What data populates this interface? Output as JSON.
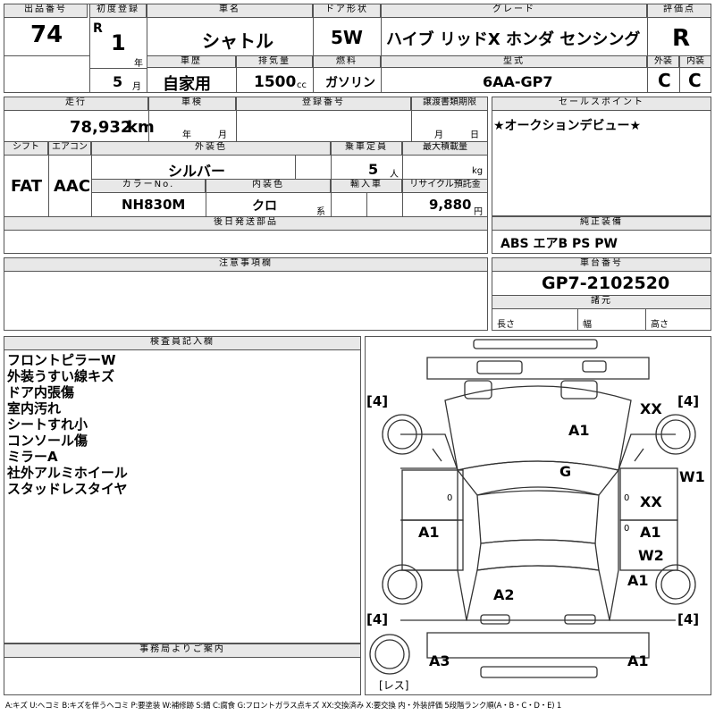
{
  "row1": {
    "lot_header": "出品番号",
    "lot_no": "74",
    "first_reg_header": "初度登録",
    "era": "R",
    "year": "1",
    "year_unit": "年",
    "month": "5",
    "month_unit": "月",
    "name_header": "車名",
    "car_name": "シャトル",
    "door_header": "ドア形状",
    "door": "5W",
    "grade_header": "グレード",
    "grade": "ハイブ リッドX ホンダ センシング",
    "score_header": "評価点",
    "score": "R"
  },
  "row2": {
    "history_header": "車歴",
    "history": "自家用",
    "disp_header": "排気量",
    "displacement": "1500",
    "disp_unit": "cc",
    "fuel_header": "燃料",
    "fuel": "ガソリン",
    "model_header": "型式",
    "model": "6AA-GP7",
    "ext_header": "外装",
    "ext_grade": "C",
    "int_header": "内装",
    "int_grade": "C"
  },
  "mileage": {
    "header": "走行",
    "value": "78,932",
    "unit": "km"
  },
  "inspection": {
    "header": "車検",
    "year_unit": "年",
    "month_unit": "月"
  },
  "reg_no": {
    "header": "登録番号"
  },
  "transfer": {
    "header": "譲渡書類期限",
    "month_unit": "月",
    "day_unit": "日"
  },
  "sales_point": {
    "header": "セールスポイント",
    "text": "★オークションデビュー★"
  },
  "shift": {
    "header": "シフト",
    "value": "FAT"
  },
  "aircon": {
    "header": "エアコン",
    "value": "AAC"
  },
  "ext_color": {
    "header": "外装色",
    "value": "シルバー"
  },
  "capacity": {
    "header": "乗車定員",
    "value": "5",
    "unit": "人"
  },
  "load": {
    "header": "最大積載量",
    "unit": "kg"
  },
  "color_no": {
    "header": "カラーNo.",
    "value": "NH830M"
  },
  "int_color": {
    "header": "内装色",
    "value": "クロ",
    "unit": "系"
  },
  "import": {
    "header": "輸入車"
  },
  "recycle": {
    "header": "リサイクル預託金",
    "value": "9,880",
    "unit": "円"
  },
  "later_parts": {
    "header": "後日発送部品"
  },
  "equipment": {
    "header": "純正装備",
    "value": "ABS エアB PS PW"
  },
  "notes": {
    "header": "注意事項欄"
  },
  "chassis": {
    "header": "車台番号",
    "value": "GP7-2102520"
  },
  "specs": {
    "header": "諸元",
    "length": "長さ",
    "width": "幅",
    "height": "高さ"
  },
  "inspector": {
    "header": "検査員記入欄",
    "lines": [
      "フロントピラーW",
      "外装うすい線キズ",
      "ドア内張傷",
      "室内汚れ",
      "シートすれ小",
      "コンソール傷",
      "ミラーA",
      "社外アルミホイール",
      "スタッドレスタイヤ"
    ]
  },
  "office": {
    "header": "事務局よりご案内"
  },
  "diagram": {
    "tire_tl": "4",
    "tire_tr": "4",
    "tire_bl": "4",
    "tire_br": "4",
    "m_xx1": "XX",
    "m_a1_hood": "A1",
    "m_w1": "W1",
    "m_g": "G",
    "m_xx2": "XX",
    "m_a1_left": "A1",
    "m_a1_right": "A1",
    "m_w2": "W2",
    "m_a1_rdoor": "A1",
    "m_a2": "A2",
    "m_a3": "A3",
    "m_a1_rear": "A1",
    "spare": "レス",
    "z1": "0",
    "z2": "0",
    "z3": "0"
  },
  "legend": "A:キズ U:ヘコミ B:キズを伴うヘコミ P:要塗装 W:補修跡 S:錆 C:腐食 G:フロントガラス点キズ XX:交換済み X:要交換 内・外装評価 5段階ランク順(A・B・C・D・E) 1"
}
